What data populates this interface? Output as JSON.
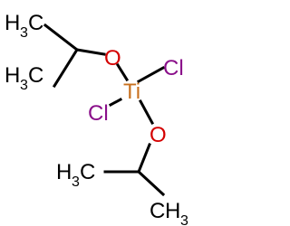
{
  "molecule": {
    "atoms": {
      "ti": "Ti",
      "cl": "Cl",
      "o": "O",
      "h": "H",
      "c": "C",
      "sub3": "3"
    },
    "colors": {
      "bond": "#000000",
      "ti": "#c8701e",
      "cl": "#8a0f8a",
      "o": "#d40000",
      "carbon": "#000000"
    }
  }
}
